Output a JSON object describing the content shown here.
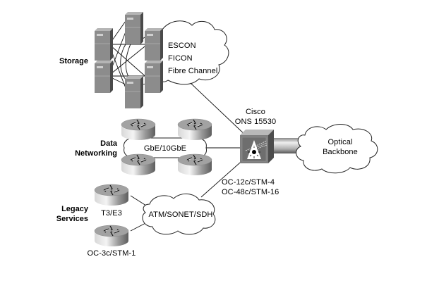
{
  "diagram": {
    "title": "Cisco ONS 15530 network application",
    "groups": {
      "storage": "Storage",
      "data_networking_line1": "Data",
      "data_networking_line2": "Networking",
      "legacy_line1": "Legacy",
      "legacy_line2": "Services"
    },
    "clouds": {
      "storage_protocols": [
        "ESCON",
        "FICON",
        "Fibre Channel"
      ],
      "ethernet": "GbE/10GbE",
      "legacy": "ATM/SONET/SDH",
      "optical_line1": "Optical",
      "optical_line2": "Backbone"
    },
    "device": {
      "name_line1": "Cisco",
      "name_line2": "ONS 15530"
    },
    "link_labels": {
      "oc12": "OC-12c/STM-4",
      "oc48": "OC-48c/STM-16",
      "t3": "T3/E3",
      "oc3": "OC-3c/STM-1"
    },
    "colors": {
      "server_face": "#8a8a8a",
      "server_side": "#5a5a5a",
      "router_top": "#9a9a9a",
      "device_face": "#7a7a7a"
    }
  }
}
